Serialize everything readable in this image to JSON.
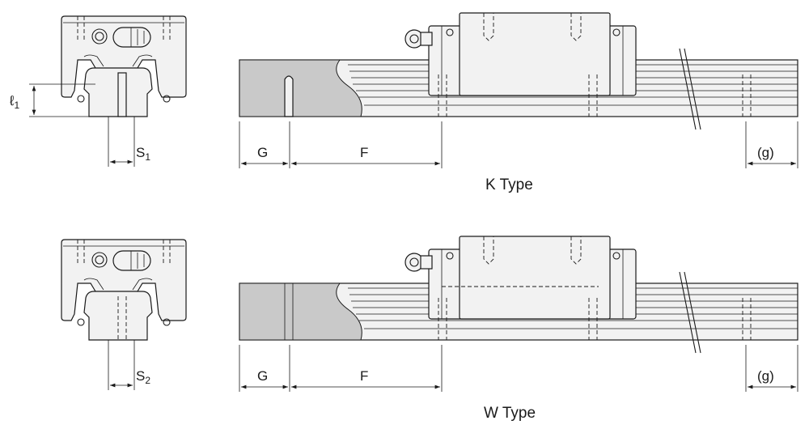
{
  "k_type": {
    "caption": "K Type",
    "dim_g": "G",
    "dim_f": "F",
    "dim_gap": "(g)",
    "dim_s_letter": "S",
    "dim_s_sub": "1",
    "dim_l_letter": "ℓ",
    "dim_l_sub": "1"
  },
  "w_type": {
    "caption": "W Type",
    "dim_g": "G",
    "dim_f": "F",
    "dim_gap": "(g)",
    "dim_s_letter": "S",
    "dim_s_sub": "2"
  },
  "colors": {
    "line": "#1a1a1a",
    "rail_end_shade": "#c9c9c9",
    "block_fill": "#f2f2f2"
  }
}
